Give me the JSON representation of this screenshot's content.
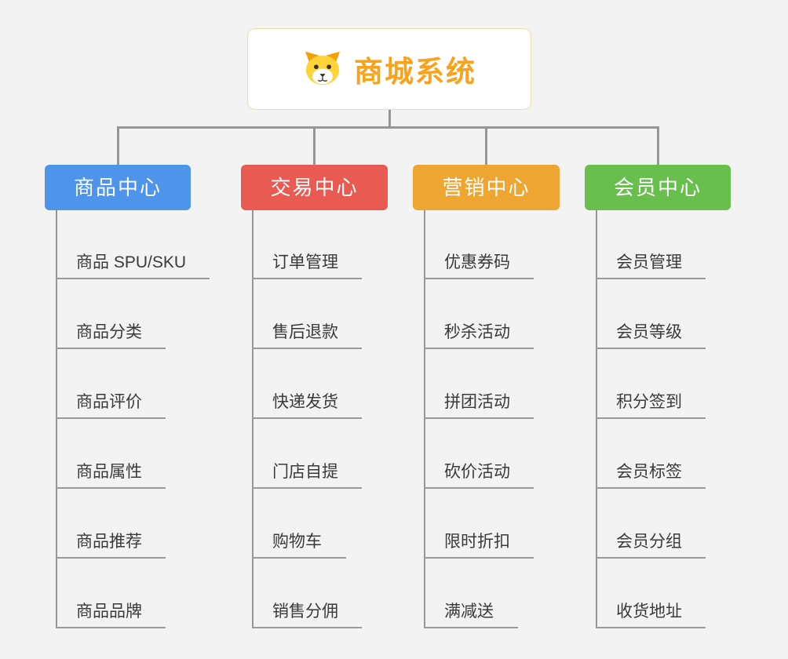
{
  "root": {
    "label": "商城系统",
    "text_color": "#f9a21d",
    "border_color": "#f0d9a8",
    "icon": "dog-icon"
  },
  "branches": [
    {
      "label": "商品中心",
      "color": "#4d94ea",
      "children": [
        "商品 SPU/SKU",
        "商品分类",
        "商品评价",
        "商品属性",
        "商品推荐",
        "商品品牌"
      ]
    },
    {
      "label": "交易中心",
      "color": "#e95b52",
      "children": [
        "订单管理",
        "售后退款",
        "快递发货",
        "门店自提",
        "购物车",
        "销售分佣"
      ]
    },
    {
      "label": "营销中心",
      "color": "#efa531",
      "children": [
        "优惠券码",
        "秒杀活动",
        "拼团活动",
        "砍价活动",
        "限时折扣",
        "满减送"
      ]
    },
    {
      "label": "会员中心",
      "color": "#68bf4e",
      "children": [
        "会员管理",
        "会员等级",
        "积分签到",
        "会员标签",
        "会员分组",
        "收货地址"
      ]
    }
  ],
  "connector_color": "#969696",
  "background_color": "#f3f3f3"
}
